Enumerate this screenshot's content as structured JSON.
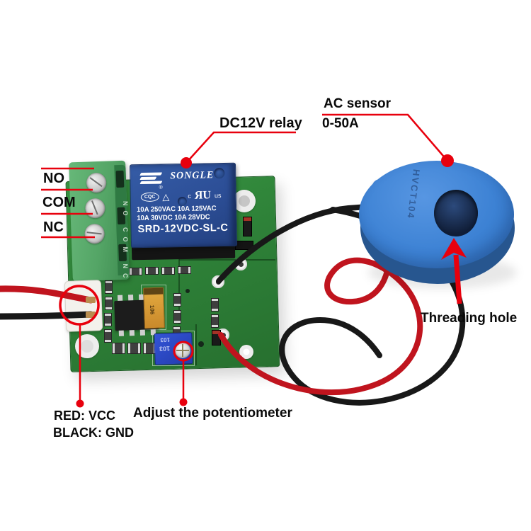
{
  "annotations": {
    "accent_color": "#e8000d",
    "relay_label": "DC12V relay",
    "sensor_label_line1": "AC sensor",
    "sensor_label_line2": "0-50A",
    "terminal_labels": [
      "NO",
      "COM",
      "NC"
    ],
    "threading_label": "Threading hole",
    "wire_labels": {
      "red": "RED: VCC",
      "black": "BLACK: GND"
    },
    "pot_label": "Adjust the potentiometer"
  },
  "board": {
    "pcb_color": "#2e8138",
    "silkscreen_terminal": "NO COM NC",
    "relay": {
      "brand": "SONGLE",
      "cert_mark": "CQC",
      "triangle_mark": "△",
      "ul_prefix": "c",
      "ul_mark": "ЯU",
      "ul_suffix": "us",
      "rating_line1": "10A 250VAC 10A 125VAC",
      "rating_line2": "10A 30VDC 10A 28VDC",
      "model": "SRD-12VDC-SL-C",
      "body_color": "#2c4e96"
    },
    "potentiometer_marking": "103",
    "capacitor_marking": "106"
  },
  "sensor": {
    "engraving": "HVCT104",
    "body_color": "#3d82d4"
  },
  "wires": {
    "red_color": "#c0141e",
    "black_color": "#181818"
  }
}
